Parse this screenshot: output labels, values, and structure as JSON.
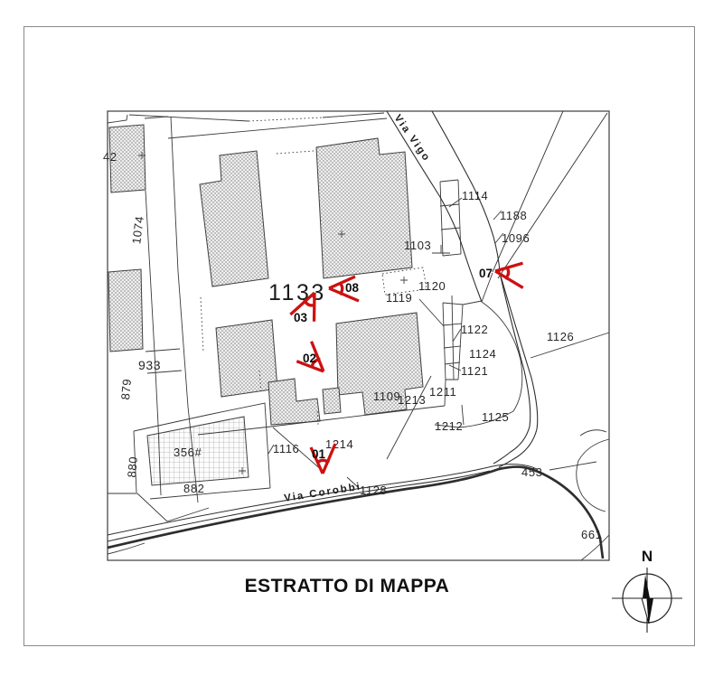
{
  "page": {
    "title": "ESTRATTO DI MAPPA",
    "background": "#ffffff",
    "border_color": "#8a8a8a"
  },
  "compass": {
    "north_label": "N"
  },
  "map": {
    "frame_color": "#4a4a4a",
    "line_color": "#3a3a3a",
    "marker_color": "#cc1111",
    "streets": [
      {
        "name": "Via Vigo"
      },
      {
        "name": "Via Corobbi"
      }
    ],
    "parcels": [
      {
        "label": "42"
      },
      {
        "label": "1074"
      },
      {
        "label": "933"
      },
      {
        "label": "879"
      },
      {
        "label": "880"
      },
      {
        "label": "356#"
      },
      {
        "label": "882"
      },
      {
        "label": "1116"
      },
      {
        "label": "1214"
      },
      {
        "label": "1128"
      },
      {
        "label": "1133"
      },
      {
        "label": "1103"
      },
      {
        "label": "1114"
      },
      {
        "label": "1188"
      },
      {
        "label": "1096"
      },
      {
        "label": "1120"
      },
      {
        "label": "1119"
      },
      {
        "label": "1122"
      },
      {
        "label": "1124"
      },
      {
        "label": "1121"
      },
      {
        "label": "1126"
      },
      {
        "label": "1109"
      },
      {
        "label": "1213"
      },
      {
        "label": "1211"
      },
      {
        "label": "1212"
      },
      {
        "label": "1125"
      },
      {
        "label": "453"
      },
      {
        "label": "661"
      }
    ],
    "photo_markers": [
      {
        "id": "01"
      },
      {
        "id": "02"
      },
      {
        "id": "03"
      },
      {
        "id": "07"
      },
      {
        "id": "08"
      }
    ]
  }
}
